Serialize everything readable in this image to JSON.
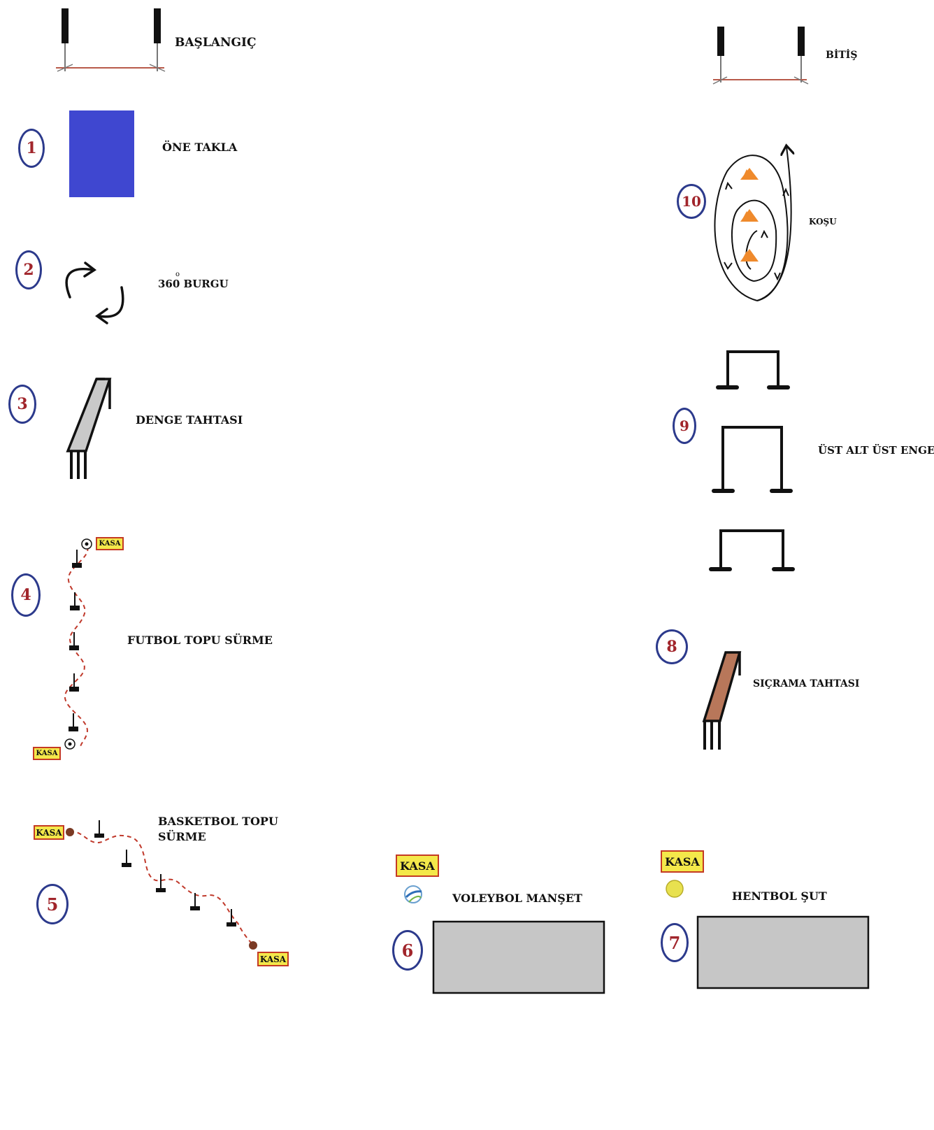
{
  "start_label": "BAŞLANGIÇ",
  "finish_label": "BİTİŞ",
  "stations": [
    {
      "number": "1",
      "label": "ÖNE TAKLA"
    },
    {
      "number": "2",
      "label": "360 BURGU",
      "degree": "o"
    },
    {
      "number": "3",
      "label": "DENGE TAHTASI"
    },
    {
      "number": "4",
      "label": "FUTBOL TOPU SÜRME"
    },
    {
      "number": "5",
      "label_line1": "BASKETBOL TOPU",
      "label_line2": "SÜRME"
    },
    {
      "number": "6",
      "label": "VOLEYBOL MANŞET"
    },
    {
      "number": "7",
      "label": "HENTBOL ŞUT"
    },
    {
      "number": "8",
      "label": "SIÇRAMA TAHTASI"
    },
    {
      "number": "9",
      "label": "ÜST ALT ÜST ENGEL"
    },
    {
      "number": "10",
      "label": "KOŞU"
    }
  ],
  "kasa_label": "KASA",
  "colors": {
    "mat_blue": "#3f47d0",
    "mat_gray": "#c6c6c6",
    "badge_ring": "#2c3a8c",
    "badge_text": "#a1252b",
    "kasa_fill": "#f4e84a",
    "kasa_border": "#c43a24",
    "springboard": "#b8775a",
    "cone": "#ef8a2c",
    "path_dash": "#c0392b"
  }
}
